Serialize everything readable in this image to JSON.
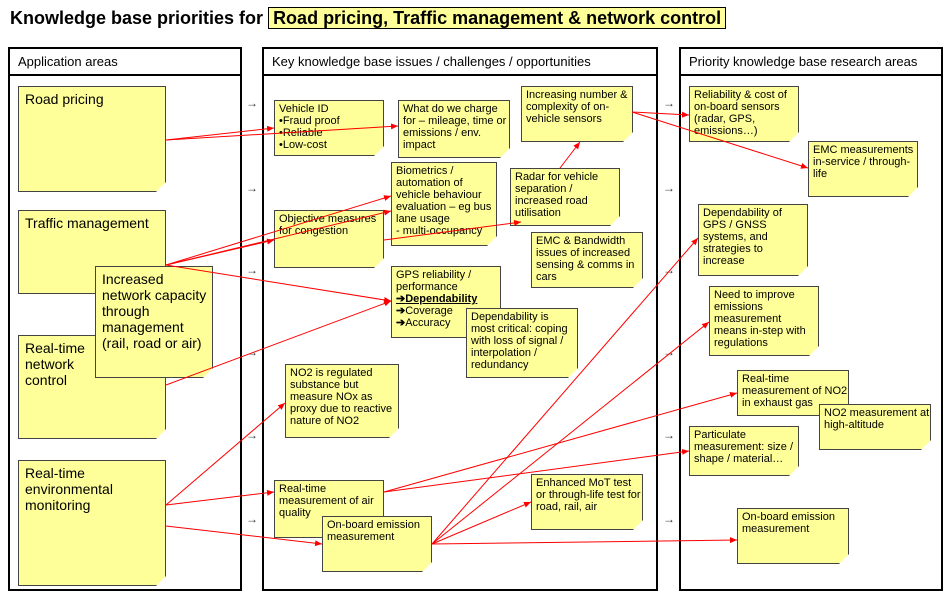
{
  "title": {
    "prefix": "Knowledge base priorities for",
    "highlight": "Road pricing, Traffic management & network control"
  },
  "columns": {
    "application": "Application areas",
    "issues": "Key knowledge base issues / challenges / opportunities",
    "research": "Priority knowledge base research areas"
  },
  "application_notes": {
    "road_pricing": [
      "Road pricing"
    ],
    "traffic_management": [
      "Traffic management"
    ],
    "network_capacity": [
      "Increased",
      "network capacity",
      "through",
      "management",
      "(rail, road or air)"
    ],
    "network_control": [
      "Real-time",
      "network",
      "control"
    ],
    "env_monitoring": [
      "Real-time",
      "environmental",
      "monitoring"
    ]
  },
  "issue_notes": {
    "vehicle_id": {
      "head": "Vehicle ID",
      "bullets": [
        "Fraud proof",
        "Reliable",
        "Low-cost"
      ]
    },
    "what_charge": [
      "What do we charge",
      "for – mileage, time or",
      "emissions / env.",
      "impact"
    ],
    "sensors": [
      "Increasing number &",
      "complexity of on-",
      "vehicle sensors"
    ],
    "biometrics": [
      "Biometrics /",
      "automation of",
      "vehicle behaviour",
      "evaluation – eg bus",
      "lane usage",
      "- multi-occupancy"
    ],
    "radar": [
      "Radar for vehicle",
      "separation /",
      "increased road",
      "utilisation"
    ],
    "objective": [
      "Objective measures",
      "for congestion"
    ],
    "emc_bandwidth": [
      "EMC & Bandwidth",
      "issues of increased",
      "sensing & comms in",
      "cars"
    ],
    "gps_reliability": {
      "lines": [
        "GPS reliability /",
        "performance"
      ],
      "bold": "Dependability",
      "arrows": [
        "Coverage",
        "Accuracy"
      ]
    },
    "dependability": [
      "Dependability is",
      "most critical: coping",
      "with loss of signal /",
      "interpolation /",
      "redundancy"
    ],
    "no2_regulated": [
      "NO2 is regulated",
      "substance but",
      "measure NOx as",
      "proxy due to reactive",
      "nature of NO2"
    ],
    "air_quality": [
      "Real-time",
      "measurement of air",
      "quality"
    ],
    "onboard_emission": [
      "On-board emission",
      "measurement"
    ],
    "mot_test": [
      "Enhanced MoT test",
      "or through-life test for",
      "road, rail, air"
    ]
  },
  "research_notes": {
    "reliability_cost": [
      "Reliability & cost of",
      "on-board sensors",
      "(radar, GPS,",
      "emissions…)"
    ],
    "emc_measurements": [
      "EMC measurements",
      "in-service / through-",
      "life"
    ],
    "dependability_gps": [
      "Dependability of",
      "GPS / GNSS",
      "systems, and",
      "strategies to",
      "increase"
    ],
    "emissions_measurement": [
      "Need to improve",
      "emissions",
      "measurement",
      "means in-step with",
      "regulations"
    ],
    "no2_exhaust": [
      "Real-time",
      "measurement of NO2",
      "in exhaust gas"
    ],
    "no2_altitude": [
      "NO2 measurement at",
      "high-altitude"
    ],
    "particulate": [
      "Particulate",
      "measurement: size /",
      "shape / material…"
    ],
    "onboard_emission_r": [
      "On-board emission",
      "measurement"
    ]
  },
  "flow_arrow_glyph": "→",
  "colors": {
    "note": "#ffff99",
    "connector": "#ff0000",
    "border": "#000000"
  }
}
